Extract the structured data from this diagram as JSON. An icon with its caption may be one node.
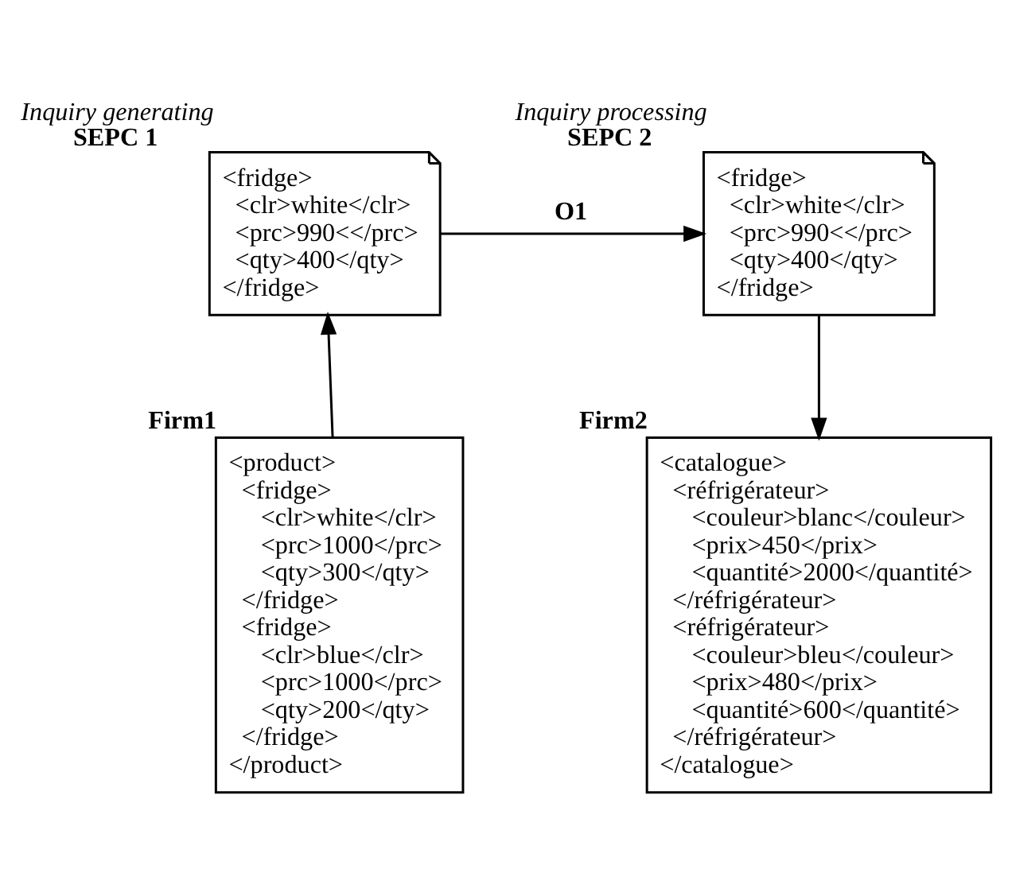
{
  "diagram": {
    "nodes": [
      {
        "text": [
          "<fridge>",
          "<clr>white</clr>",
          "<prc>990<</prc>",
          "<qty>400</qty>",
          "</fridge>"
        ],
        "beside": [
          "Inquiry generating",
          "SEPC 1"
        ]
      },
      {
        "text": [
          "<fridge>",
          "<clr>white</clr>",
          "<prc>990<</prc>",
          "<qty>400</qty>",
          "</fridge>"
        ],
        "beside": [
          "Inquiry processing",
          "SEPC 2"
        ]
      },
      {
        "text": [
          "<product>",
          "<fridge>",
          "<clr>white</clr>",
          "<prc>1000</prc>",
          "<qty>300</qty>",
          "</fridge>",
          "<fridge>",
          "<clr>blue</clr>",
          "<prc>1000</prc>",
          "<qty>200</qty>",
          "</fridge>",
          "</product>"
        ],
        "beside": [
          "Firm1"
        ]
      },
      {
        "text": [
          "<catalogue>",
          "<réfrigérateur>",
          "<couleur>blanc</couleur>",
          "<prix>450</prix>",
          "<quantité>2000</quantité>",
          "</réfrigérateur>",
          "<réfrigérateur>",
          "<couleur>bleu</couleur>",
          "<prix>480</prix>",
          "<quantité>600</quantité>",
          "</réfrigérateur>",
          "</catalogue>"
        ],
        "beside": [
          "Firm2"
        ]
      }
    ],
    "edges": [
      {
        "from": 2,
        "to": 0,
        "arrow": "to"
      },
      {
        "from": 0,
        "to": 1,
        "arrow": "to",
        "label": "O1"
      },
      {
        "from": 1,
        "to": 3,
        "arrow": "to"
      }
    ]
  }
}
